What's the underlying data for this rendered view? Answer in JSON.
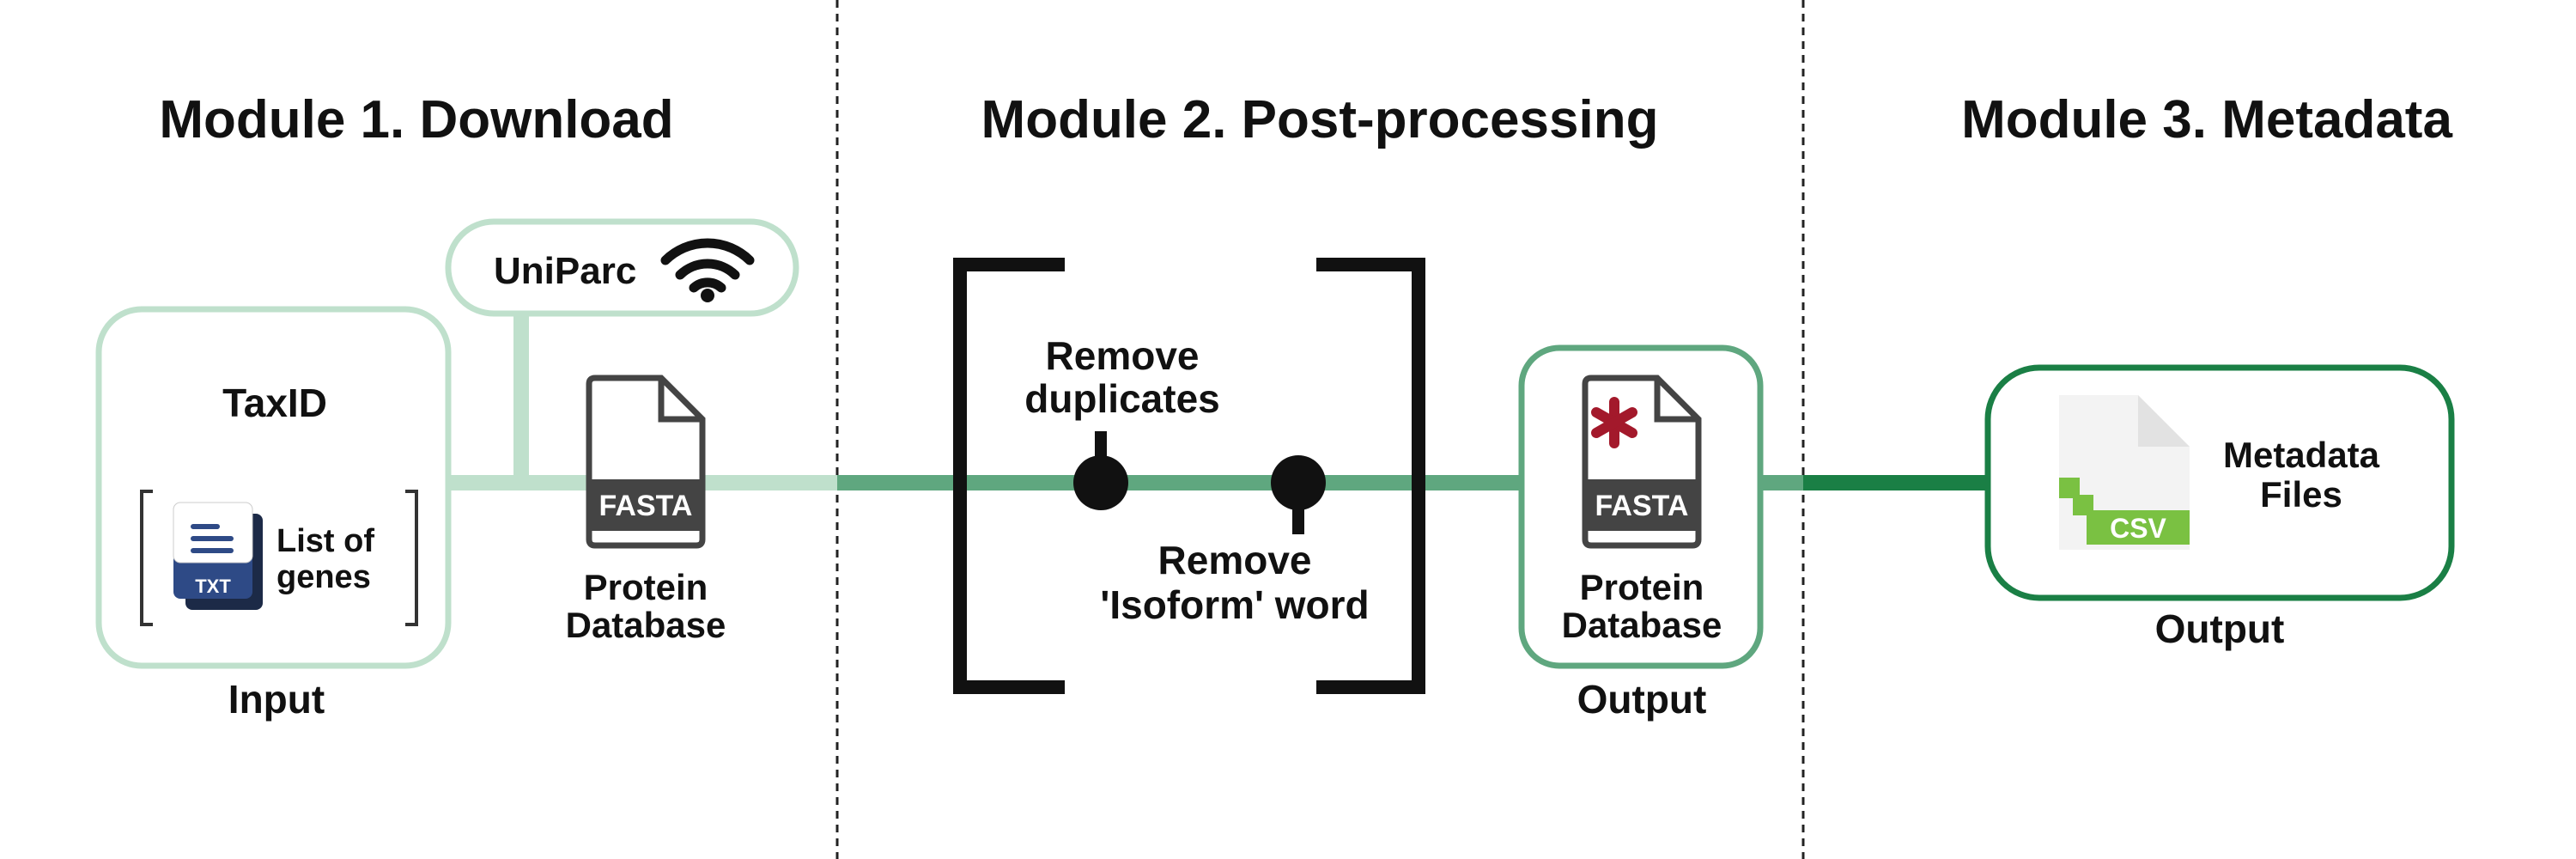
{
  "modules": [
    {
      "title": "Module 1. Download"
    },
    {
      "title": "Module 2. Post-processing"
    },
    {
      "title": "Module 3. Metadata"
    }
  ],
  "module1": {
    "taxid": "TaxID",
    "list_line1": "List of",
    "list_line2": "genes",
    "txt_badge": "TXT",
    "source": "UniParc",
    "input_label": "Input",
    "fasta_badge": "FASTA",
    "db_line1": "Protein",
    "db_line2": "Database"
  },
  "module2": {
    "step1_line1": "Remove",
    "step1_line2": "duplicates",
    "step2_line1": "Remove",
    "step2_line2": "'Isoform' word",
    "fasta_badge": "FASTA",
    "db_line1": "Protein",
    "db_line2": "Database",
    "output_label": "Output"
  },
  "module3": {
    "csv_badge": "CSV",
    "files_line1": "Metadata",
    "files_line2": "Files",
    "output_label": "Output"
  },
  "colors": {
    "light_green": "#bfe0cc",
    "mid_green": "#5fa77f",
    "dark_green": "#1a7f45",
    "asterisk_red": "#a3192b",
    "csv_green": "#7ac142"
  },
  "icons": [
    "wifi-icon",
    "txt-file-icon",
    "fasta-file-icon",
    "csv-file-icon"
  ]
}
